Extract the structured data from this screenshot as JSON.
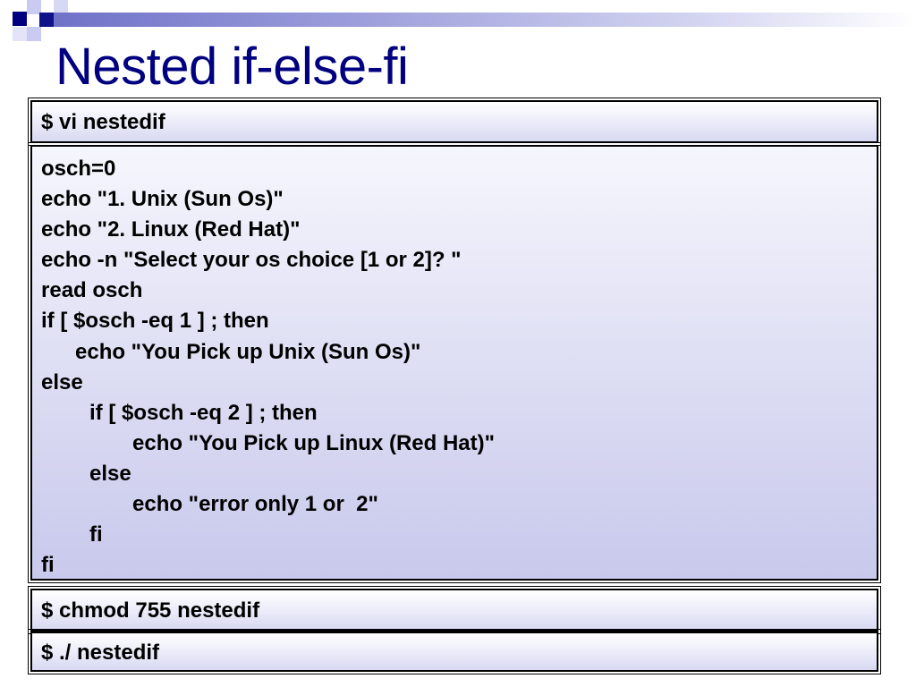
{
  "slide": {
    "title": "Nested if-else-fi",
    "accent_color": "#000080"
  },
  "commands": {
    "edit": "$ vi nestedif",
    "chmod": "$ chmod 755 nestedif",
    "run": "$ ./ nestedif"
  },
  "script_lines": [
    {
      "text": "osch=0",
      "indent": 0
    },
    {
      "text": "echo \"1. Unix (Sun Os)\"",
      "indent": 0
    },
    {
      "text": "echo \"2. Linux (Red Hat)\"",
      "indent": 0
    },
    {
      "text": "echo -n \"Select your os choice [1 or 2]? \"",
      "indent": 0
    },
    {
      "text": "read osch",
      "indent": 0
    },
    {
      "text": "if [ $osch -eq 1 ] ; then",
      "indent": 0
    },
    {
      "text": "echo \"You Pick up Unix (Sun Os)\"",
      "indent": 1
    },
    {
      "text": "else",
      "indent": 0
    },
    {
      "text": "if [ $osch -eq 2 ] ; then",
      "indent": 2
    },
    {
      "text": "echo \"You Pick up Linux (Red Hat)\"",
      "indent": 3
    },
    {
      "text": "else",
      "indent": 2
    },
    {
      "text": "echo \"error only 1 or  2\"",
      "indent": 3
    },
    {
      "text": "fi",
      "indent": 2
    },
    {
      "text": "fi",
      "indent": 0
    }
  ]
}
